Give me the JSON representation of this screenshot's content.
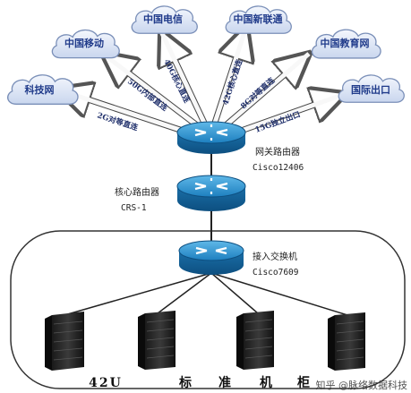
{
  "clouds": [
    {
      "id": "keji",
      "label": "科技网"
    },
    {
      "id": "yidong",
      "label": "中国移动"
    },
    {
      "id": "dianxin",
      "label": "中国电信"
    },
    {
      "id": "xinliantong",
      "label": "中国新联通"
    },
    {
      "id": "jiaoyu",
      "label": "中国教育网"
    },
    {
      "id": "guoji",
      "label": "国际出口"
    }
  ],
  "links": [
    {
      "id": "l-keji",
      "label": "2G对等直连"
    },
    {
      "id": "l-yidong",
      "label": "50G内部直连"
    },
    {
      "id": "l-dianxin",
      "label": "40G核心直连"
    },
    {
      "id": "l-xinliantong",
      "label": "42G核心直连"
    },
    {
      "id": "l-jiaoyu",
      "label": "8G对等直连"
    },
    {
      "id": "l-guoji",
      "label": "15G独立出口"
    }
  ],
  "routers": {
    "gateway": {
      "name": "网关路由器",
      "model": "Cisco12406"
    },
    "core": {
      "name": "核心路由器",
      "model": "CRS-1"
    },
    "access": {
      "name": "接入交换机",
      "model": "Cisco7609"
    }
  },
  "footer": {
    "chars": [
      "42U",
      "标",
      "准",
      "机",
      "柜"
    ]
  },
  "watermark": "知乎 @脉络数据科技"
}
